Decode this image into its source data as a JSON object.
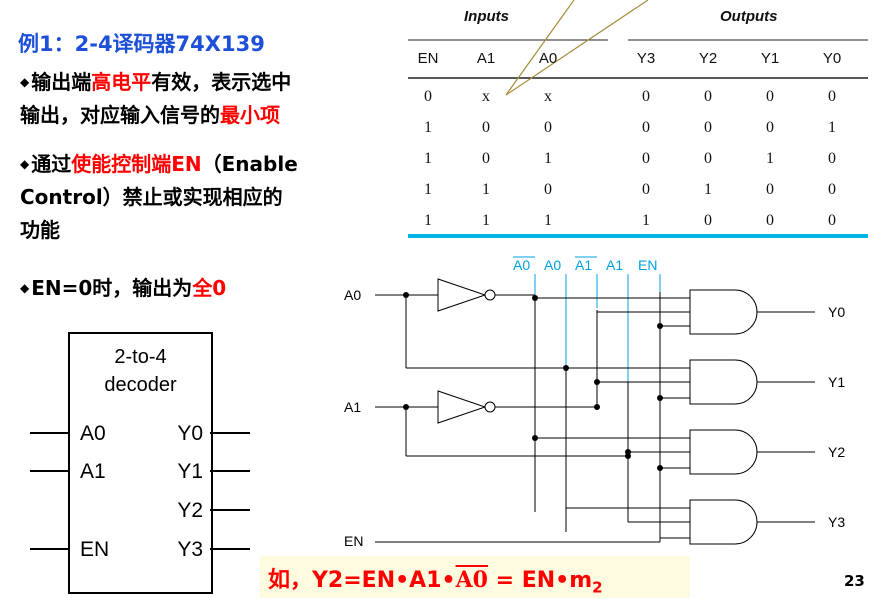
{
  "title": "例1：2-4译码器74X139",
  "bullets": {
    "b1_pre": "输出端",
    "b1_red": "高电平",
    "b1_post": "有效，表示选中",
    "b1_line2_pre": "输出，对应输入信号的",
    "b1_line2_red": "最小项",
    "b2_pre": "通过",
    "b2_red": "使能控制端EN",
    "b2_post": "（Enable",
    "b2_line2": "Control）禁止或实现相应的",
    "b2_line3": "功能",
    "b3_pre": "EN=0时，输出为",
    "b3_red": "全0"
  },
  "truth_table": {
    "group_inputs": "Inputs",
    "group_outputs": "Outputs",
    "columns": [
      "EN",
      "A1",
      "A0",
      "Y3",
      "Y2",
      "Y1",
      "Y0"
    ],
    "rows": [
      [
        "0",
        "x",
        "x",
        "0",
        "0",
        "0",
        "0"
      ],
      [
        "1",
        "0",
        "0",
        "0",
        "0",
        "0",
        "1"
      ],
      [
        "1",
        "0",
        "1",
        "0",
        "0",
        "1",
        "0"
      ],
      [
        "1",
        "1",
        "0",
        "0",
        "1",
        "0",
        "0"
      ],
      [
        "1",
        "1",
        "1",
        "1",
        "0",
        "0",
        "0"
      ]
    ]
  },
  "circuit": {
    "inputs": [
      "A0",
      "A1",
      "EN"
    ],
    "outputs": [
      "Y0",
      "Y1",
      "Y2",
      "Y3"
    ],
    "bus_labels": [
      "A0",
      "A0",
      "A1",
      "A1",
      "EN"
    ],
    "bus_overbar": [
      true,
      false,
      true,
      false,
      false
    ]
  },
  "block": {
    "caption_line1": "2-to-4",
    "caption_line2": "decoder",
    "left_pins": [
      "A0",
      "A1",
      "EN"
    ],
    "right_pins": [
      "Y0",
      "Y1",
      "Y2",
      "Y3"
    ]
  },
  "formula": {
    "prefix": "如，Y2=EN•A1•",
    "overbar_term": "A0",
    "middle": " = EN•m",
    "subscript": "2"
  },
  "page_number": "23",
  "colors": {
    "accent_blue": "#1d4fd8",
    "highlight_red": "#ff0000",
    "bus_cyan": "#00a0e0"
  }
}
